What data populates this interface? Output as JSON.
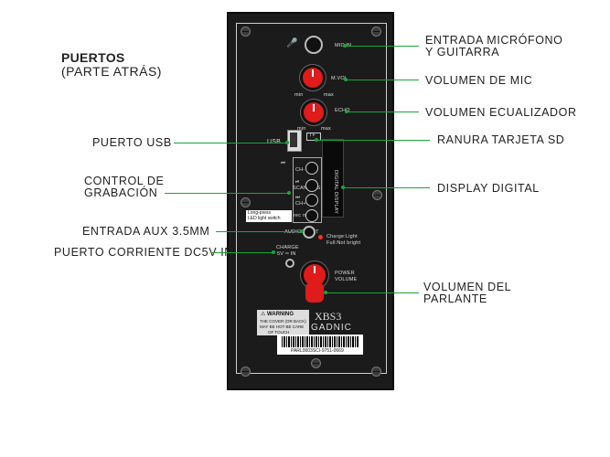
{
  "heading": {
    "line1": "PUERTOS",
    "line2": "(PARTE ATRÁS)"
  },
  "callouts_right": [
    {
      "line1": "ENTRADA MICRÓFONO",
      "line2": "Y GUITARRA"
    },
    {
      "line1": "VOLUMEN DE MIC",
      "line2": ""
    },
    {
      "line1": "VOLUMEN ECUALIZADOR",
      "line2": ""
    },
    {
      "line1": "RANURA TARJETA SD",
      "line2": ""
    },
    {
      "line1": "DISPLAY DIGITAL",
      "line2": ""
    },
    {
      "line1": "VOLUMEN DEL",
      "line2": "PARLANTE"
    }
  ],
  "callouts_left": [
    {
      "line1": "PUERTO USB",
      "line2": ""
    },
    {
      "line1": "CONTROL DE",
      "line2": "GRABACIÓN"
    },
    {
      "line1": "ENTRADA AUX 3.5MM",
      "line2": ""
    },
    {
      "line1": "PUERTO CORRIENTE DC5V IN",
      "line2": ""
    }
  ],
  "panel": {
    "mic_in": "MIC IN",
    "m_vol": "M.VOL",
    "echo": "ECHO",
    "min": "min",
    "max": "max",
    "usb": "USB",
    "tf": "TF",
    "button_labels": [
      "CH-",
      "SCAN TWS",
      "CH+",
      "rec mode"
    ],
    "long_press": "Long-press",
    "led_switch": "LED light switch",
    "audio_input": "AUDIO INPUT",
    "charge_light": "Charge:Light",
    "full_not_bright": "Full:Not bright",
    "charge": "CHARGE",
    "charge_spec": "5V ═ IN",
    "power_volume_1": "POWER",
    "power_volume_2": "VOLUME",
    "digital_display": "DIGITAL DISPLAY",
    "warning_title": "WARNING",
    "warning_text_1": "THE COVER (OR BACK)",
    "warning_text_2": "MAY BE HOT BE CARE",
    "warning_text_3": "OF TOUCH",
    "model": "XBS3",
    "brand": "GADNIC",
    "barcode_text": "PARL0003SCI-9751-0669"
  },
  "colors": {
    "accent_line": "#1aa53a",
    "knob": "#e01b1b",
    "panel": "#1b1b1b"
  }
}
